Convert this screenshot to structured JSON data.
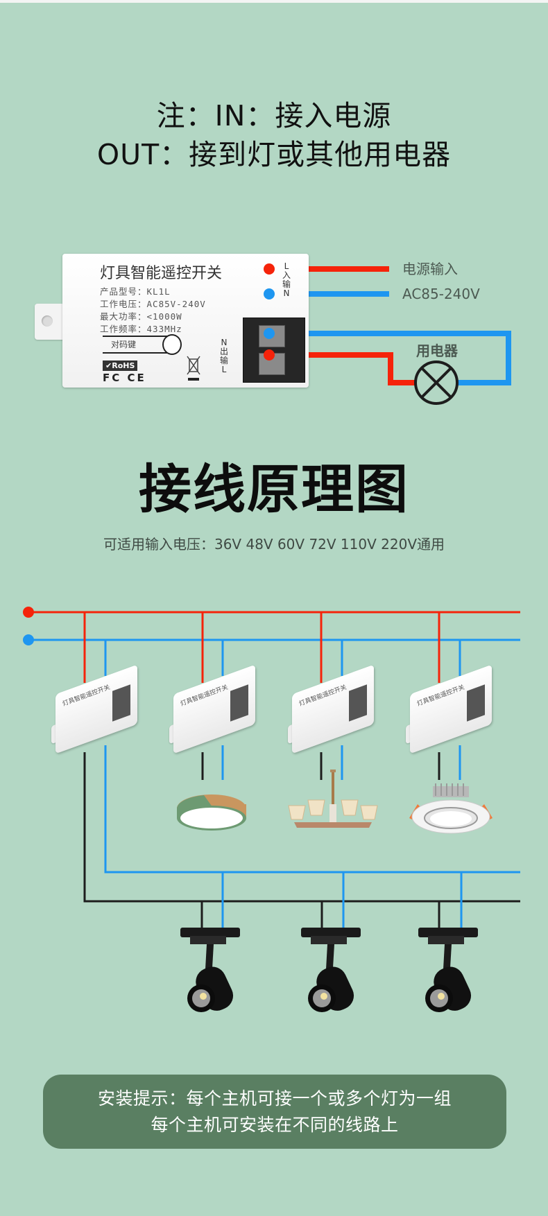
{
  "note": {
    "line1": "注：IN：接入电源",
    "line2": "OUT：接到灯或其他用电器"
  },
  "device": {
    "title": "灯具智能遥控开关",
    "specs": [
      {
        "label": "产品型号：",
        "value": "KL1L"
      },
      {
        "label": "工作电压：",
        "value": "AC85V-240V"
      },
      {
        "label": "最大功率：",
        "value": "<1000W"
      },
      {
        "label": "工作频率：",
        "value": "433MHz"
      }
    ],
    "pair_button_label": "对码键",
    "certifications": {
      "rohs": "RoHS",
      "fc_ce": "FC CE"
    },
    "input_side_label": [
      "L",
      "入",
      "输",
      "N"
    ],
    "output_side_label": [
      "N",
      "出",
      "输",
      "L"
    ],
    "icons": {
      "weee": "crossed-bin-icon",
      "check": "check-icon"
    }
  },
  "wiring_example": {
    "input_label_line1": "电源输入",
    "input_label_line2": "AC85-240V",
    "load_label": "用电器",
    "colors": {
      "live": "#f5230a",
      "neutral": "#1e96f0",
      "ground_black": "#1d1d1d"
    }
  },
  "diagram": {
    "title": "接线原理图",
    "voltage_note": "可适用输入电压：36V 48V 60V 72V 110V 220V通用",
    "module_count": 4,
    "loads_row1": [
      "ceiling-lamp",
      "chandelier",
      "downlight"
    ],
    "loads_row2": [
      "track-spotlight",
      "track-spotlight",
      "track-spotlight"
    ]
  },
  "tip": {
    "line1": "安装提示：每个主机可接一个或多个灯为一组",
    "line2": "每个主机可安装在不同的线路上"
  },
  "colors": {
    "background": "#b3d7c4",
    "tip_box": "#5a7f62"
  }
}
